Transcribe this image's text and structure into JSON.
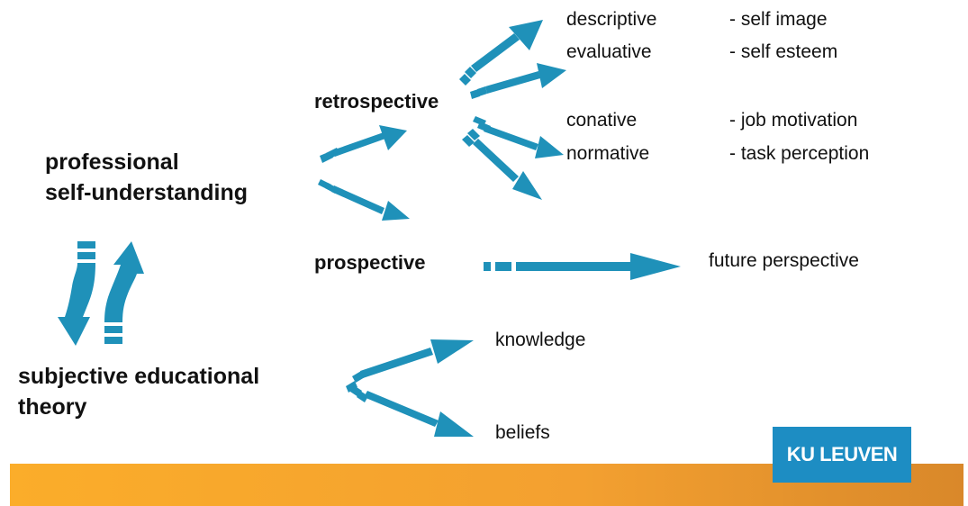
{
  "left": {
    "professional_line1": "professional",
    "professional_line2": "self-understanding",
    "theory_line1": "subjective educational",
    "theory_line2": "theory"
  },
  "branches": {
    "retrospective": "retrospective",
    "prospective": "prospective"
  },
  "retro_items": {
    "descriptive": "descriptive",
    "self_image": "- self image",
    "evaluative": "evaluative",
    "self_esteem": "- self esteem",
    "conative": "conative",
    "job_motivation": "- job motivation",
    "normative": "normative",
    "task_perception": "- task perception"
  },
  "prospective_item": "future perspective",
  "theory_items": {
    "knowledge": "knowledge",
    "beliefs": "beliefs"
  },
  "logo": {
    "text": "KU LEUVEN"
  },
  "colors": {
    "arrow": "#1f91b9",
    "band": "#f5a52e",
    "logo_bg": "#1d8dc3"
  }
}
